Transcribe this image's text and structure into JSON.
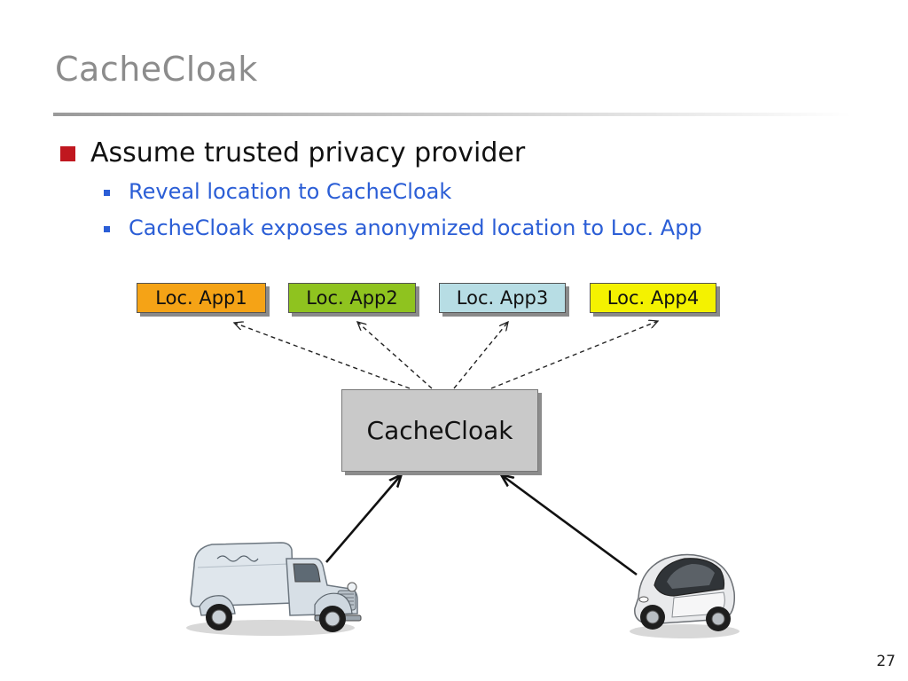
{
  "slide": {
    "title": "CacheCloak",
    "bullet": "Assume trusted privacy provider",
    "sub_bullets": [
      "Reveal location to CacheCloak",
      "CacheCloak exposes anonymized location to Loc. App"
    ],
    "page_number": "27"
  },
  "diagram": {
    "apps": [
      {
        "label": "Loc. App1",
        "color": "#f5a316"
      },
      {
        "label": "Loc. App2",
        "color": "#8fc31f"
      },
      {
        "label": "Loc. App3",
        "color": "#b7dde4"
      },
      {
        "label": "Loc. App4",
        "color": "#f4f200"
      }
    ],
    "hub_label": "CacheCloak",
    "vehicles": [
      {
        "name": "vintage-panel-truck"
      },
      {
        "name": "small-electric-car"
      }
    ]
  },
  "colors": {
    "title": "#8c8c8c",
    "main_bullet": "#c0171f",
    "sub_bullet_text": "#2b5ed6",
    "hub": "#c9c9c9"
  }
}
